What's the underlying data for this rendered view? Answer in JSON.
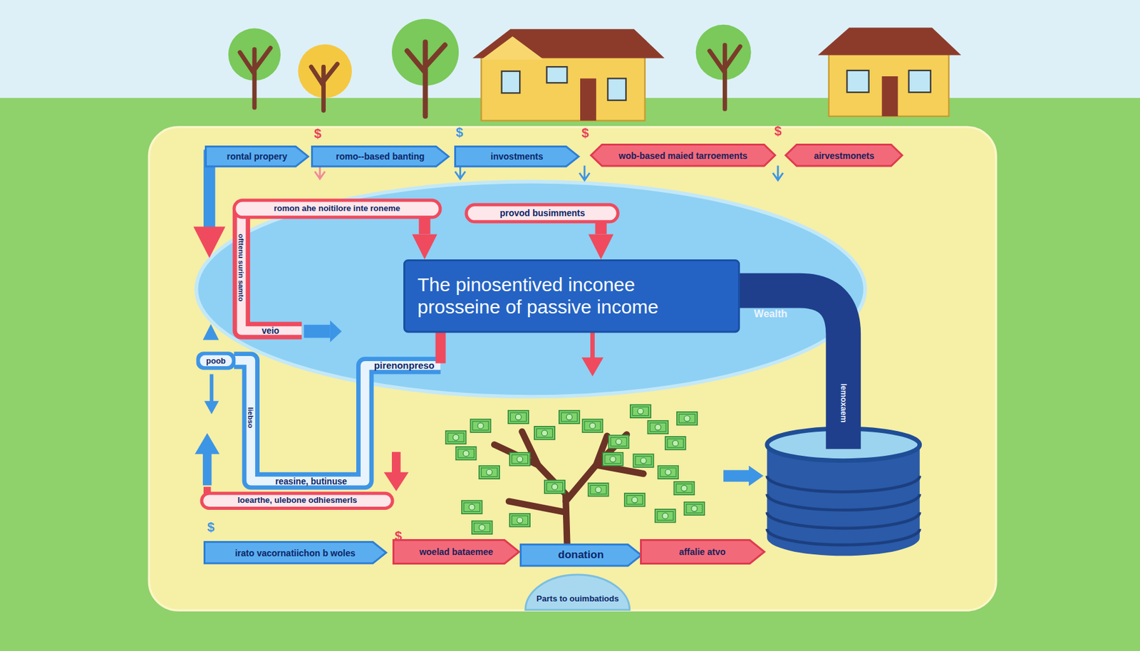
{
  "diagram": {
    "nodes": [
      {
        "text": [
          "rontal propery"
        ]
      },
      {
        "text": [
          "romo--based banting"
        ]
      },
      {
        "text": [
          "invostments"
        ]
      },
      {
        "text": [
          "wob-based maied tarroements"
        ]
      },
      {
        "text": [
          "airvestmonets"
        ]
      },
      {
        "text": [
          "romon ahe noitilore inte roneme"
        ]
      },
      {
        "text": [
          "provod busimments"
        ]
      },
      {
        "text": [
          "The pinosentived inconee prosseine of passive income"
        ]
      },
      {
        "text": [
          "loearthe, ulebone odhiesmerls"
        ]
      },
      {
        "text": [
          "irato vacornatiichon b woles"
        ]
      },
      {
        "text": [
          "woelad bataemee"
        ]
      },
      {
        "text": [
          "donation"
        ]
      },
      {
        "text": [
          "affalie atvo"
        ]
      },
      {
        "text": [
          "Parts to ouimbatiods"
        ]
      }
    ],
    "edges": [
      {
        "from": 5,
        "to": 7,
        "arrow": "to"
      },
      {
        "from": 6,
        "to": 7,
        "arrow": "to"
      }
    ],
    "labels": [
      "$",
      "$",
      "$",
      "$",
      "ofttenu surin samto",
      "veio",
      "poob",
      "liebso",
      "pirenonpreso",
      "reasine, butinuse",
      "Wealth",
      "lemoxaem",
      "$",
      "$"
    ]
  }
}
